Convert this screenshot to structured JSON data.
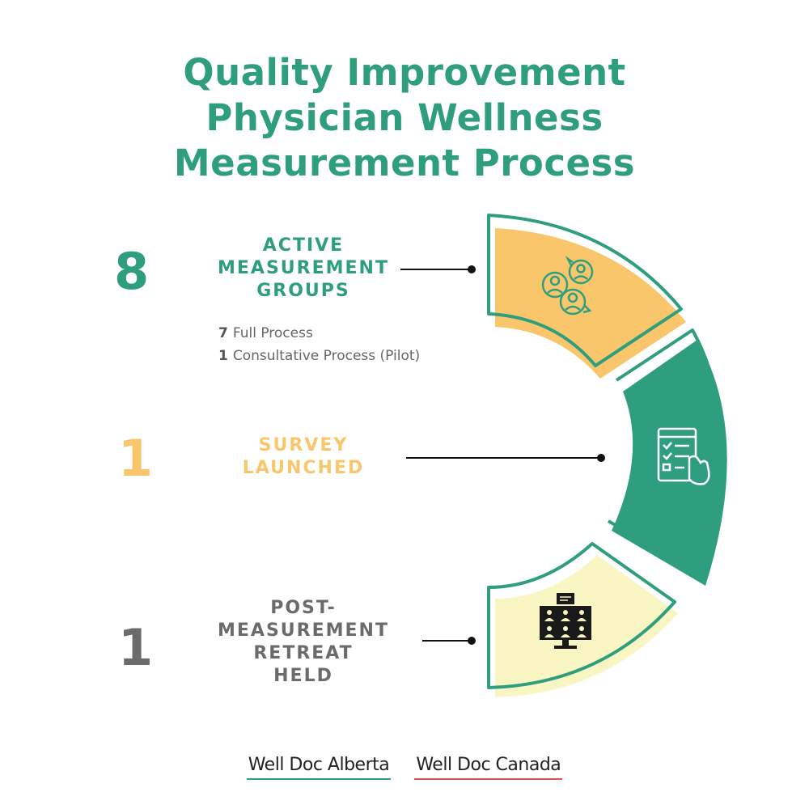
{
  "title": {
    "line1": "Quality Improvement",
    "line2": "Physician Wellness",
    "line3": "Measurement Process"
  },
  "stats": [
    {
      "number": "8",
      "label_lines": [
        "ACTIVE",
        "MEASUREMENT",
        "GROUPS"
      ],
      "color": "#2f9e7e",
      "icon": "people-chat-icon",
      "segment_color": "#f9c66c"
    },
    {
      "number": "1",
      "label_lines": [
        "SURVEY",
        "LAUNCHED"
      ],
      "color": "#f9c66c",
      "icon": "survey-checklist-hand-icon",
      "segment_color": "#2f9e7e"
    },
    {
      "number": "1",
      "label_lines": [
        "POST-",
        "MEASUREMENT",
        "RETREAT",
        "HELD"
      ],
      "color": "#6b6b6b",
      "icon": "video-conference-monitor-icon",
      "segment_color": "#faf6c4"
    }
  ],
  "breakdown": [
    {
      "count": "7",
      "text": "Full Process"
    },
    {
      "count": "1",
      "text": "Consultative Process (Pilot)"
    }
  ],
  "logos": {
    "alberta": "Well Doc Alberta",
    "canada": "Well Doc Canada"
  },
  "colors": {
    "green": "#2f9e7e",
    "orange": "#f9c66c",
    "cream": "#faf6c4",
    "gray": "#6b6b6b"
  }
}
